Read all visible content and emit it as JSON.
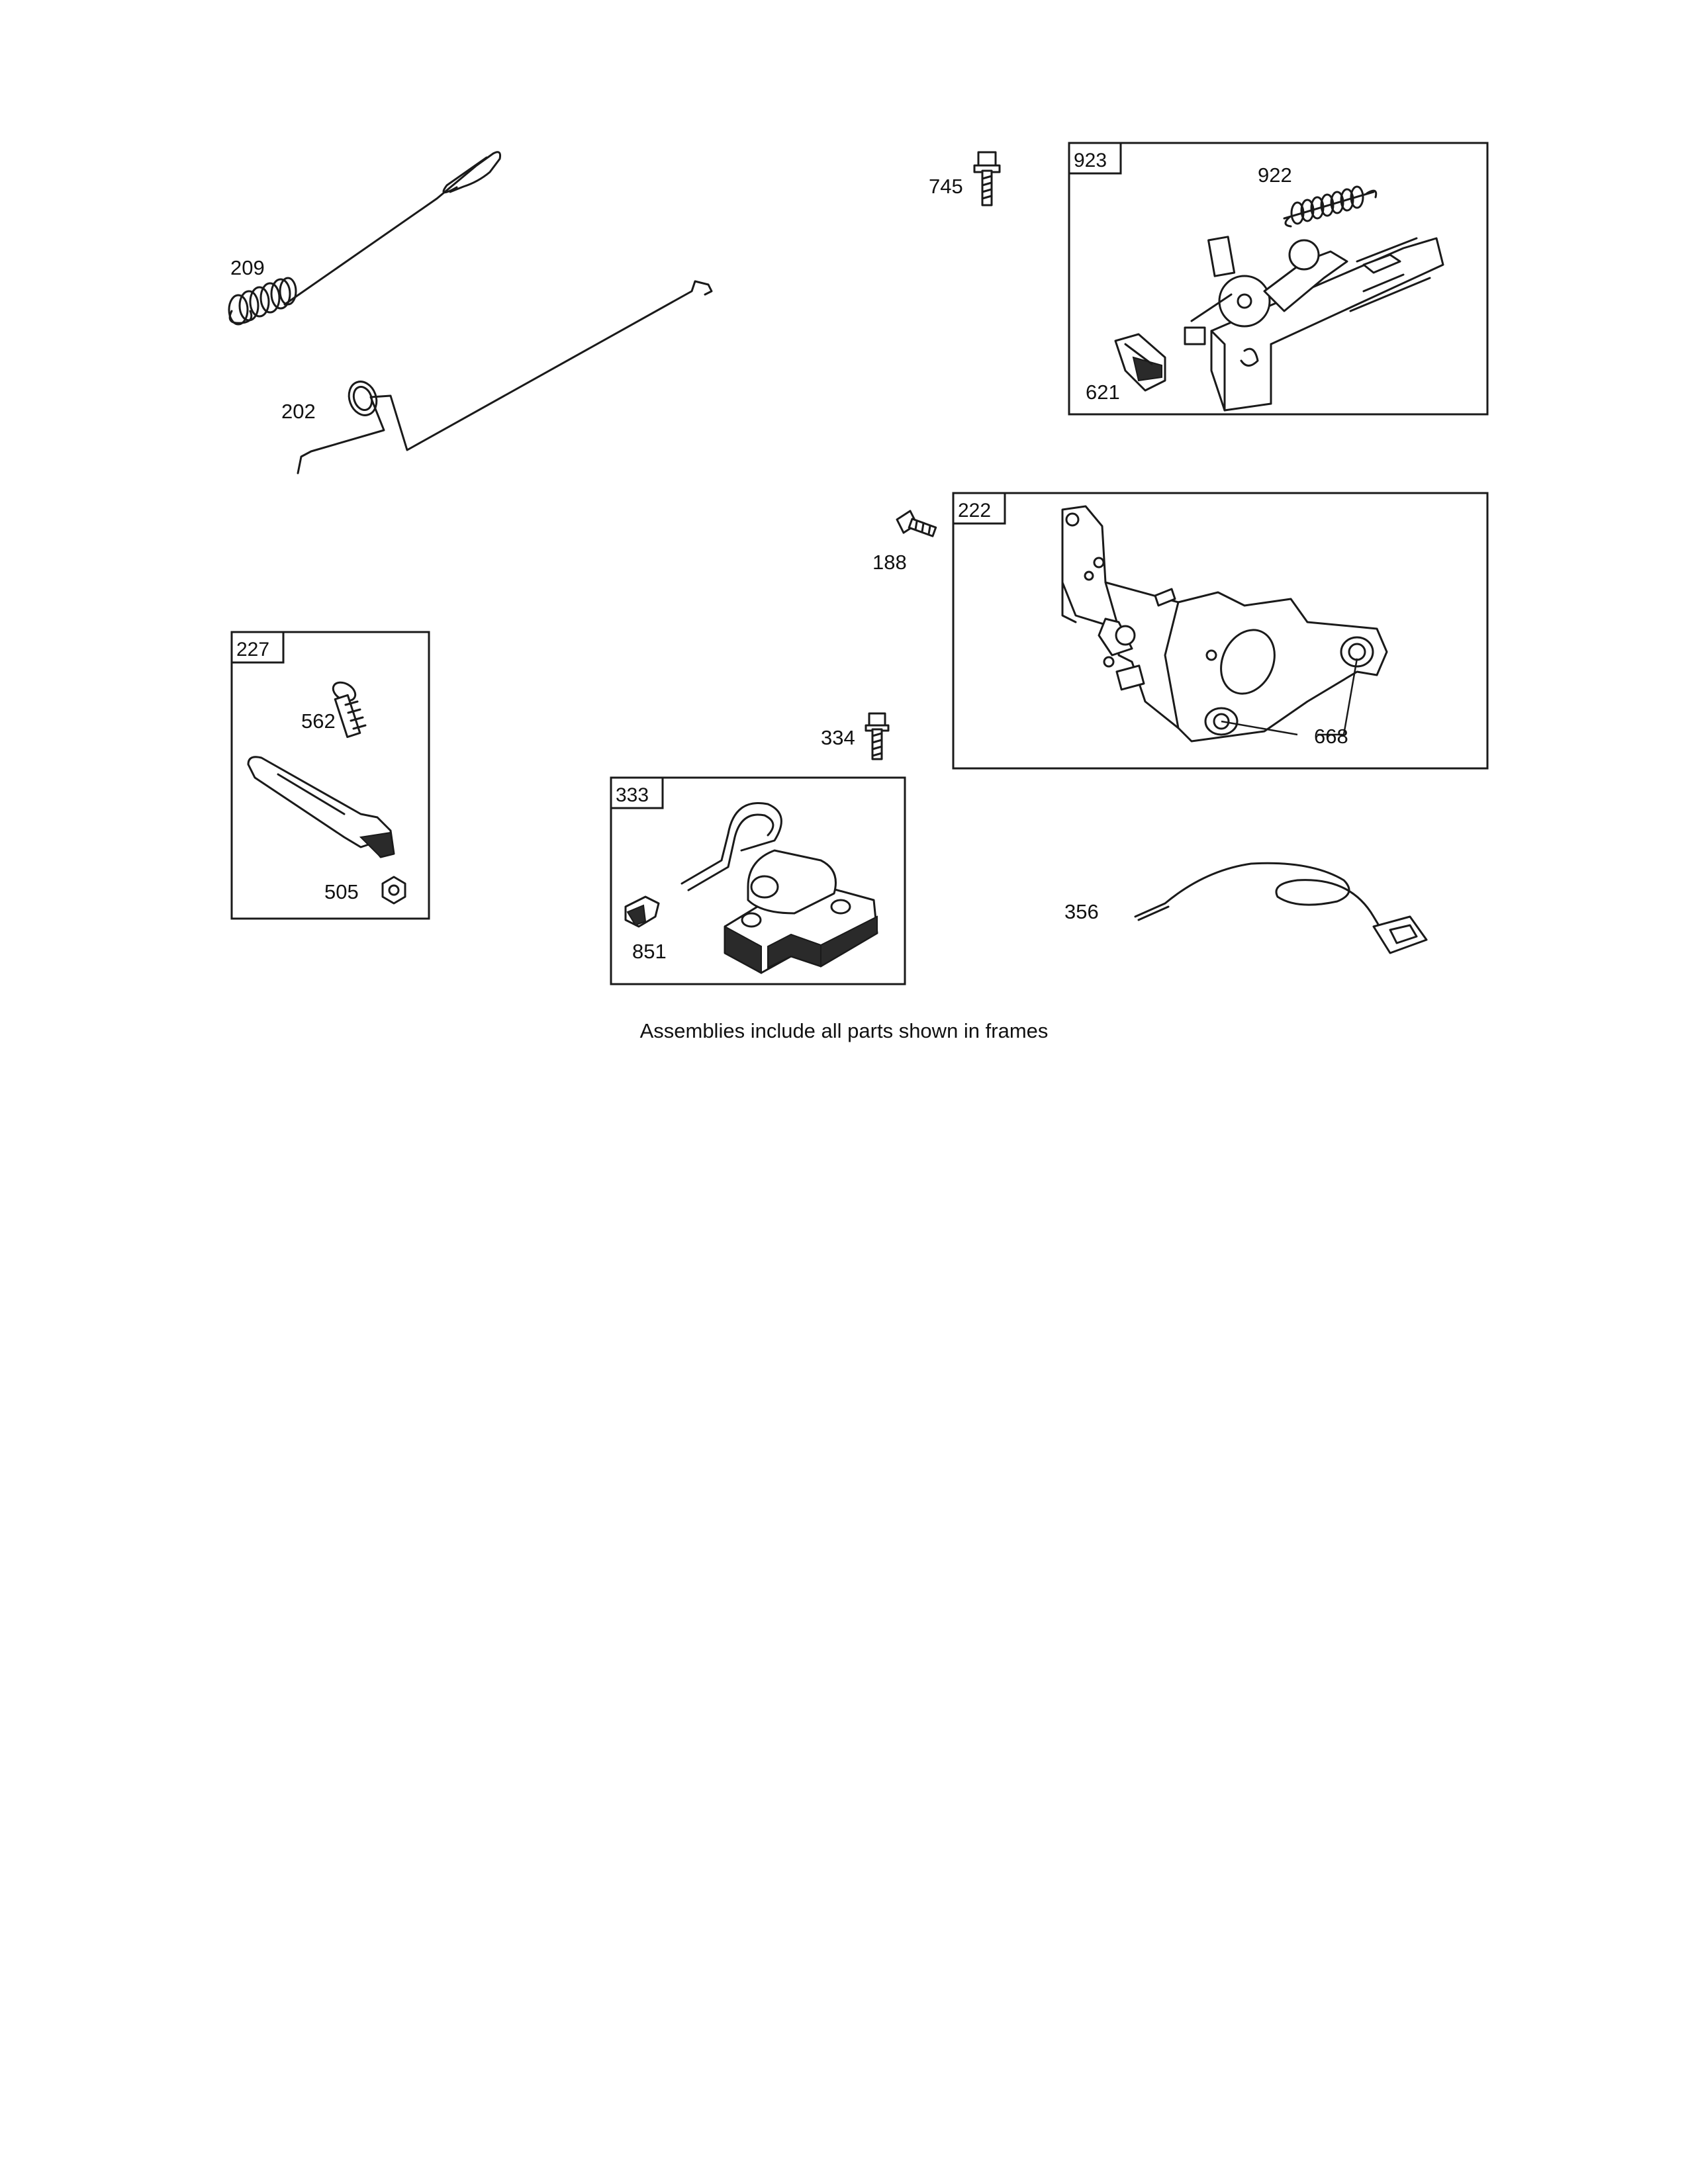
{
  "caption": "Assemblies include all parts shown in frames",
  "parts": {
    "p209": "209",
    "p202": "202",
    "p745": "745",
    "p922": "922",
    "p621": "621",
    "p188": "188",
    "p668": "668",
    "p562": "562",
    "p505": "505",
    "p334": "334",
    "p851": "851",
    "p356": "356"
  },
  "frames": {
    "f923": "923",
    "f222": "222",
    "f227": "227",
    "f333": "333"
  }
}
